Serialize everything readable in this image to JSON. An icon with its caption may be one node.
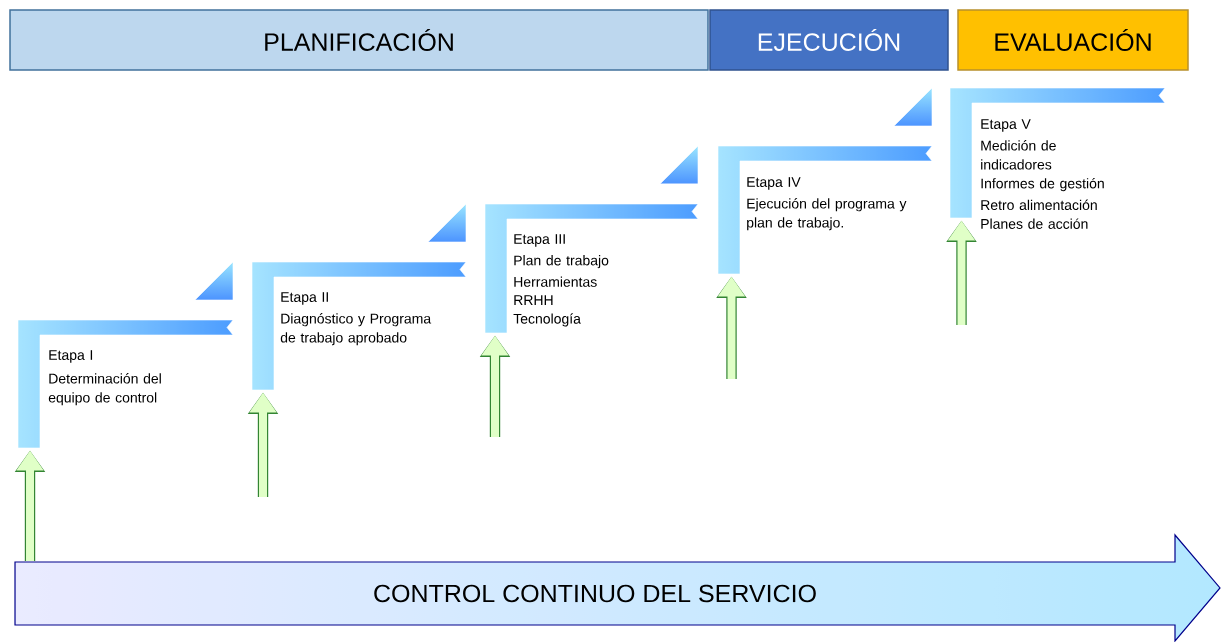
{
  "diagram": {
    "nodes": [
      {
        "text": [
          "PLANIFICACIÓN"
        ]
      },
      {
        "text": [
          "EJECUCIÓN"
        ]
      },
      {
        "text": [
          "EVALUACIÓN"
        ]
      },
      {
        "text": [
          "Etapa I",
          "Determinación del equipo de control"
        ]
      },
      {
        "text": [
          "Etapa II",
          "Diagnóstico y Programa de trabajo aprobado"
        ]
      },
      {
        "text": [
          "Etapa III",
          "Plan de trabajo",
          "Herramientas",
          "RRHH",
          "Tecnología"
        ]
      },
      {
        "text": [
          "Etapa IV",
          "Ejecución del programa y plan de trabajo."
        ]
      },
      {
        "text": [
          "Etapa V",
          "Medición de indicadores",
          "Informes de gestión",
          "Retro alimentación",
          "Planes de acción"
        ]
      },
      {
        "text": [
          "CONTROL CONTINUO DEL SERVICIO"
        ]
      }
    ],
    "edges": [
      {
        "from": 8,
        "to": 3,
        "arrow": "to"
      },
      {
        "from": null,
        "to": 4,
        "arrow": "to"
      },
      {
        "from": null,
        "to": 5,
        "arrow": "to"
      },
      {
        "from": null,
        "to": 6,
        "arrow": "to"
      },
      {
        "from": null,
        "to": 7,
        "arrow": "to"
      }
    ]
  }
}
